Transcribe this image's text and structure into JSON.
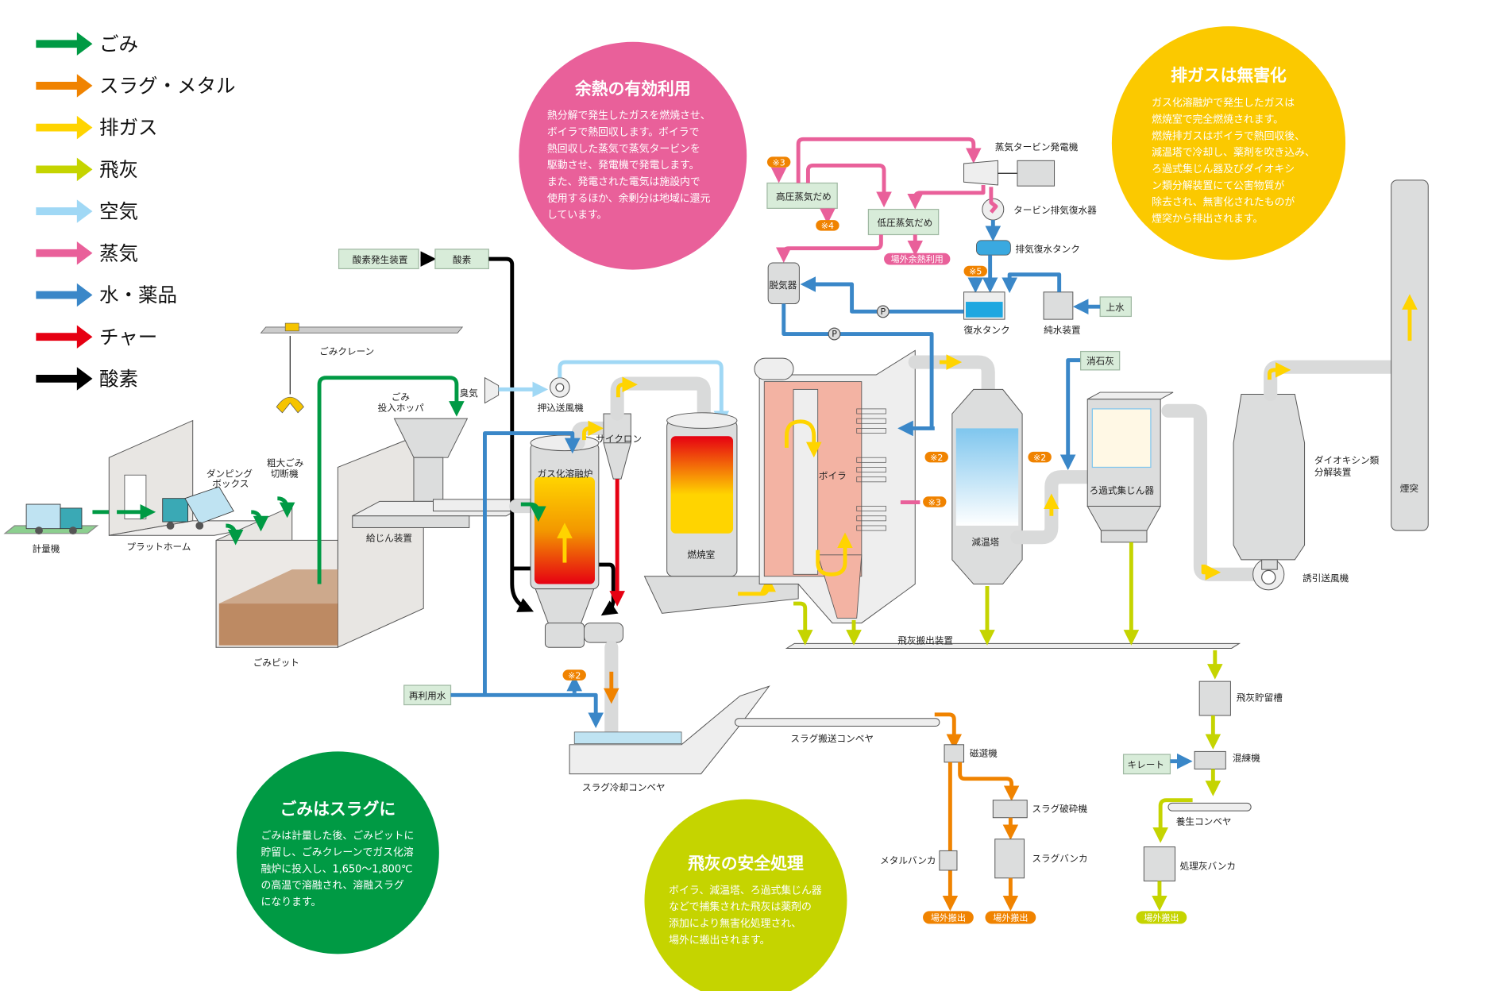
{
  "legend": [
    {
      "label": "ごみ",
      "color": "#009a44"
    },
    {
      "label": "スラグ・メタル",
      "color": "#f08300"
    },
    {
      "label": "排ガス",
      "color": "#ffd400"
    },
    {
      "label": "飛灰",
      "color": "#c5d400"
    },
    {
      "label": "空気",
      "color": "#a0d8f5"
    },
    {
      "label": "蒸気",
      "color": "#e9609a"
    },
    {
      "label": "水・薬品",
      "color": "#3a87c8"
    },
    {
      "label": "チャー",
      "color": "#e60012"
    },
    {
      "label": "酸素",
      "color": "#000000"
    }
  ],
  "circles": {
    "heat": {
      "title": "余熱の有効利用",
      "color": "#e9609a",
      "lines": [
        "熱分解で発生したガスを燃焼させ、",
        "ボイラで熱回収します。ボイラで",
        "熱回収した蒸気で蒸気タービンを",
        "駆動させ、発電機で発電します。",
        "また、発電された電気は施設内で",
        "使用するほか、余剰分は地域に還元",
        "しています。"
      ]
    },
    "gas": {
      "title": "排ガスは無害化",
      "color": "#fbc900",
      "lines": [
        "ガス化溶融炉で発生したガスは",
        "燃焼室で完全燃焼されます。",
        "燃焼排ガスはボイラで熱回収後、",
        "減温塔で冷却し、薬剤を吹き込み、",
        "ろ過式集じん器及びダイオキシ",
        "ン類分解装置にて公害物質が",
        "除去され、無害化されたものが",
        "煙突から排出されます。"
      ]
    },
    "slag": {
      "title": "ごみはスラグに",
      "color": "#009a44",
      "lines": [
        "ごみは計量した後、ごみピットに",
        "貯留し、ごみクレーンでガス化溶",
        "融炉に投入し、1,650～1,800℃",
        "の高温で溶融され、溶融スラグ",
        "になります。"
      ]
    },
    "ash": {
      "title": "飛灰の安全処理",
      "color": "#c5d400",
      "lines": [
        "ボイラ、減温塔、ろ過式集じん器",
        "などで捕集された飛灰は薬剤の",
        "添加により無害化処理され、",
        "場外に搬出されます。"
      ]
    }
  },
  "labels": {
    "scale": "計量機",
    "platform": "プラットホーム",
    "dumping_box": [
      "ダンピング",
      "ボックス"
    ],
    "shredder": [
      "粗大ごみ",
      "切断機"
    ],
    "crane": "ごみクレーン",
    "hopper": [
      "ごみ",
      "投入ホッパ"
    ],
    "odor": "臭気",
    "fdf": "押込送風機",
    "cyclone": "サイクロン",
    "furnace": "ガス化溶融炉",
    "combustion": "燃焼室",
    "boiler": "ボイラ",
    "feeder": "給じん装置",
    "pit": "ごみピット",
    "oxygen_gen": "酸素発生装置",
    "oxygen": "酸素",
    "reuse_water": "再利用水",
    "slag_cooling": "スラグ冷却コンベヤ",
    "slag_conveyor": "スラグ搬送コンベヤ",
    "magnet": "磁選機",
    "slag_crusher": "スラグ破砕機",
    "metal_bunker": "メタルバンカ",
    "slag_bunker": "スラグバンカ",
    "offsite": "場外搬出",
    "ash_conveyor": "飛灰搬出装置",
    "ash_silo": "飛灰貯留槽",
    "chelate": "キレート",
    "mixer": "混練機",
    "curing_conveyor": "養生コンベヤ",
    "treated_bunker": "処理灰バンカ",
    "cooling_tower": "減温塔",
    "bag_filter": "ろ過式集じん器",
    "dioxin": [
      "ダイオキシン類",
      "分解装置"
    ],
    "stack": "煙突",
    "idf": "誘引送風機",
    "lime": "消石灰",
    "hp_header": "高圧蒸気だめ",
    "lp_header": "低圧蒸気だめ",
    "offsite_heat": "場外余熱利用",
    "deaerator": "脱気器",
    "turbine": "蒸気タービン発電機",
    "condenser": "タービン排気復水器",
    "exhaust_tank": "排気復水タンク",
    "condensate_tank": "復水タンク",
    "pure_water": "純水装置",
    "city_water": "上水",
    "pump": "P"
  },
  "notes": {
    "n2": "※2",
    "n3": "※3",
    "n4": "※4",
    "n5": "※5"
  }
}
